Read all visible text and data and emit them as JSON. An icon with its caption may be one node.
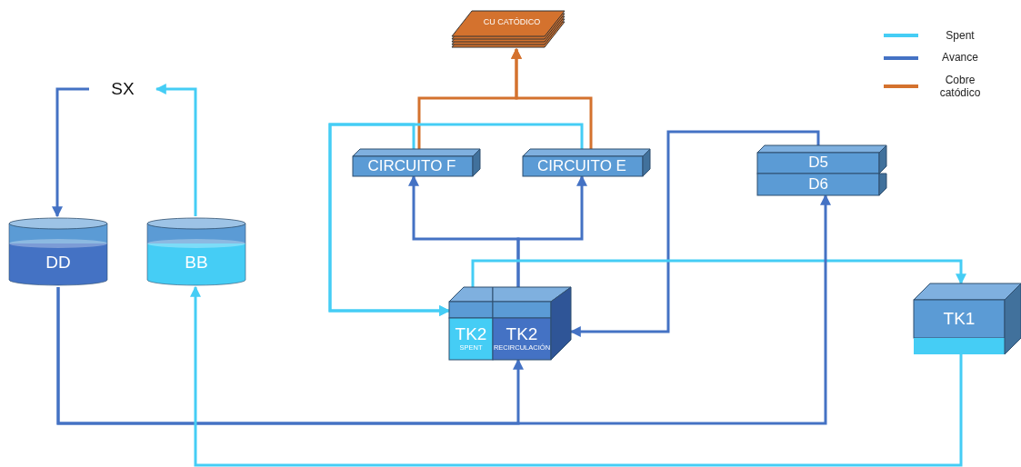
{
  "diagram": {
    "nodes": [
      {
        "text": [
          "CU CATÓDICO"
        ]
      },
      {
        "text": [
          "SX"
        ]
      },
      {
        "text": [
          "CIRCUITO F"
        ]
      },
      {
        "text": [
          "CIRCUITO E"
        ]
      },
      {
        "text": [
          "D5"
        ]
      },
      {
        "text": [
          "D6"
        ]
      },
      {
        "text": [
          "DD"
        ]
      },
      {
        "text": [
          "BB"
        ]
      },
      {
        "text": [
          "TK2",
          "SPENT"
        ]
      },
      {
        "text": [
          "TK2",
          "RECIRCULACIÓN"
        ]
      },
      {
        "text": [
          "TK1"
        ]
      }
    ],
    "edges": [
      {
        "from": 2,
        "to": 0,
        "arrow": "to",
        "color": "#d4722e"
      },
      {
        "from": 3,
        "to": 0,
        "arrow": "to",
        "color": "#d4722e"
      },
      {
        "from": 1,
        "to": 6,
        "arrow": "to"
      },
      {
        "from": 7,
        "to": 1,
        "arrow": "to",
        "color": "#45cdf5"
      },
      {
        "from": 2,
        "to": 8,
        "arrow": "to",
        "color": "#45cdf5"
      },
      {
        "from": 3,
        "to": 8,
        "arrow": "to",
        "color": "#45cdf5"
      },
      {
        "from": 9,
        "to": 2,
        "arrow": "to"
      },
      {
        "from": 9,
        "to": 3,
        "arrow": "to"
      },
      {
        "from": 4,
        "to": 9,
        "arrow": "to"
      },
      {
        "from": 8,
        "to": 10,
        "arrow": "to",
        "color": "#45cdf5"
      },
      {
        "from": 6,
        "to": 9,
        "arrow": "to"
      },
      {
        "from": 6,
        "to": 5,
        "arrow": "to"
      },
      {
        "from": 10,
        "to": 7,
        "arrow": "to",
        "color": "#45cdf5"
      }
    ],
    "legend": [
      {
        "text": "Spent",
        "color": "#45cdf5"
      },
      {
        "text": "Avance",
        "color": "#4472c4"
      },
      {
        "text": "Cobre catódico",
        "color": "#d4722e"
      }
    ]
  }
}
